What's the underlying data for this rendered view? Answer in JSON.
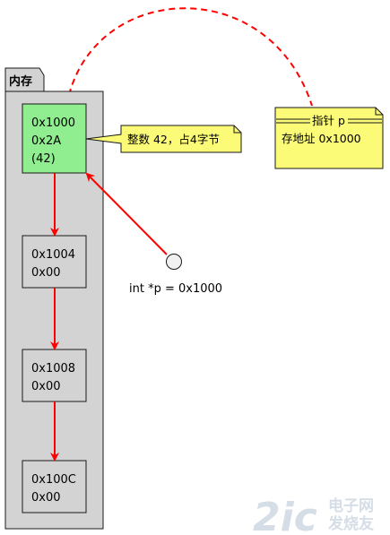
{
  "memory_package": {
    "title": "内存",
    "cells": [
      {
        "lines": [
          "0x1000",
          "0x2A",
          "(42)"
        ],
        "highlight": true
      },
      {
        "lines": [
          "0x1004",
          "0x00"
        ],
        "highlight": false
      },
      {
        "lines": [
          "0x1008",
          "0x00"
        ],
        "highlight": false
      },
      {
        "lines": [
          "0x100C",
          "0x00"
        ],
        "highlight": false
      }
    ]
  },
  "cell_note": {
    "text": "整数 42，占4字节"
  },
  "pointer_note": {
    "title": "指针 p",
    "text": "存地址 0x1000"
  },
  "pointer_node": {
    "label": "int *p = 0x1000"
  },
  "watermark": {
    "text_large": "2ic",
    "text_small_top": "电子网",
    "text_small_bottom": "发烧友"
  },
  "colors": {
    "package_fill": "#d3d3d3",
    "cell_fill": "#d3d3d3",
    "highlight_fill": "#90ee90",
    "note_fill": "#fbfb77",
    "arrow": "#ff0000",
    "border": "#181818"
  }
}
